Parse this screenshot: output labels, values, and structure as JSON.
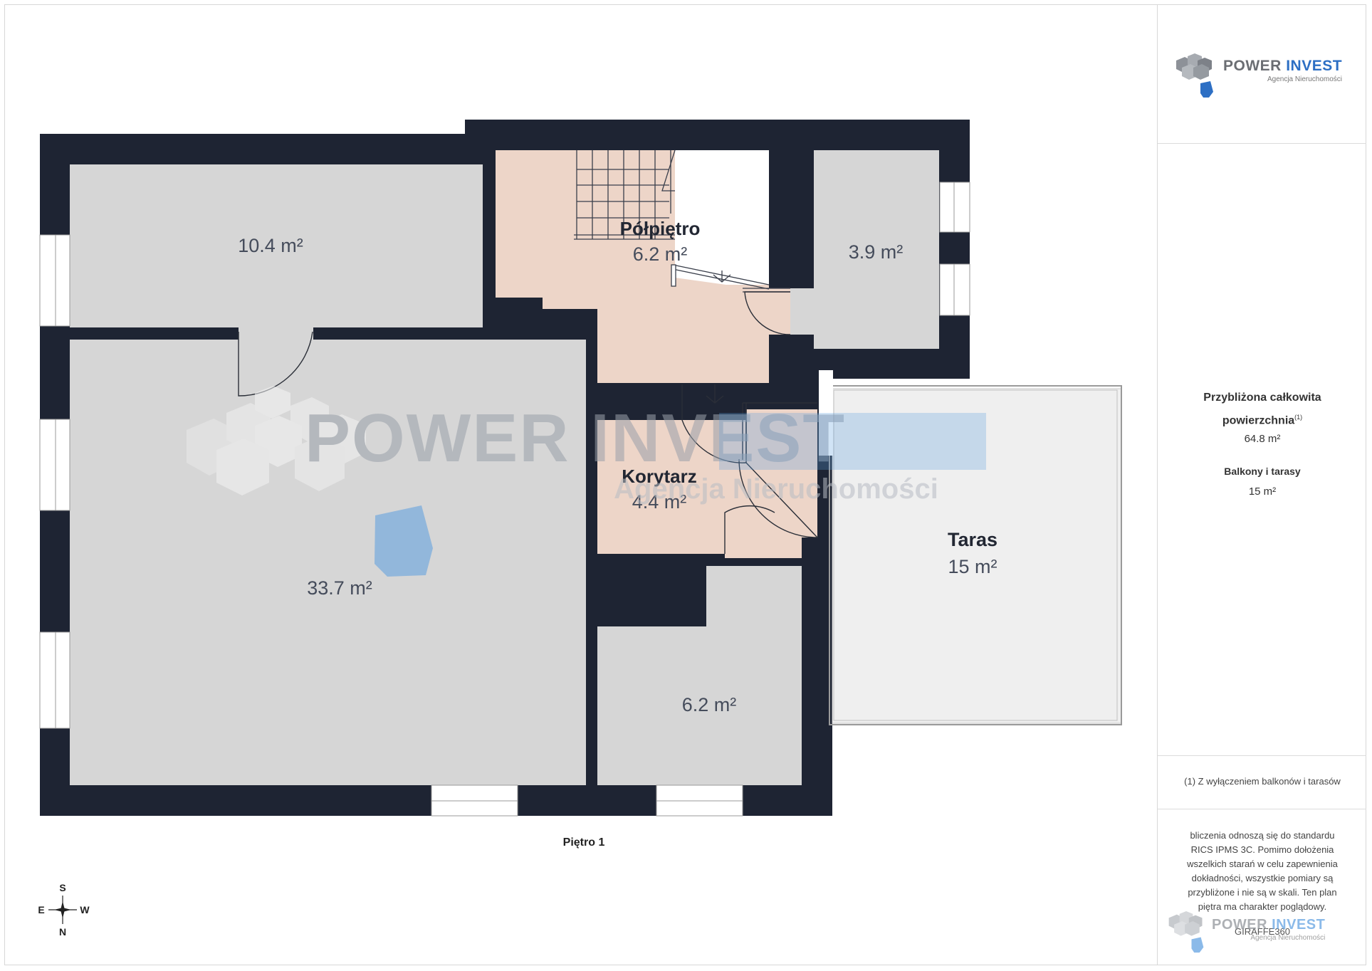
{
  "brand": {
    "name_part1": "POWER",
    "name_part2": "INVEST",
    "tagline": "Agencja Nieruchomości",
    "watermark_name": "POWER INVEST",
    "watermark_tagline": "Agencja Nieruchomości",
    "colors": {
      "grey": "#6b6e73",
      "blue": "#2d6fc4"
    }
  },
  "rooms": [
    {
      "id": "room-top-left",
      "name": "",
      "area": "10.4 m²"
    },
    {
      "id": "polpietro",
      "name": "Półpiętro",
      "area": "6.2 m²"
    },
    {
      "id": "room-top-right",
      "name": "",
      "area": "3.9 m²"
    },
    {
      "id": "room-large",
      "name": "",
      "area": "33.7 m²"
    },
    {
      "id": "korytarz",
      "name": "Korytarz",
      "area": "4.4 m²"
    },
    {
      "id": "taras",
      "name": "Taras",
      "area": "15 m²"
    },
    {
      "id": "room-bottom",
      "name": "",
      "area": "6.2 m²"
    }
  ],
  "floor_label": "Piętro 1",
  "compass": {
    "top": "S",
    "bottom": "N",
    "left": "E",
    "right": "W"
  },
  "summary": {
    "title_line1": "Przybliżona całkowita",
    "title_line2": "powierzchnia",
    "title_sup": "(1)",
    "total_area": "64.8 m²",
    "balconies_label": "Balkony i tarasy",
    "balconies_area": "15 m²"
  },
  "footnote": "(1) Z wyłączeniem balkonów i tarasów",
  "disclaimer": "bliczenia odnoszą się do standardu RICS IPMS 3C. Pomimo dołożenia wszelkich starań w celu zapewnienia dokładności, wszystkie pomiary są przybliżone i nie są w skali. Ten plan piętra ma charakter poglądowy.",
  "credit": "GIRAFFE360",
  "colors": {
    "wall": "#1e2433",
    "room": "#d6d6d6",
    "hall": "#edd5c8",
    "terrace": "#efefef"
  }
}
